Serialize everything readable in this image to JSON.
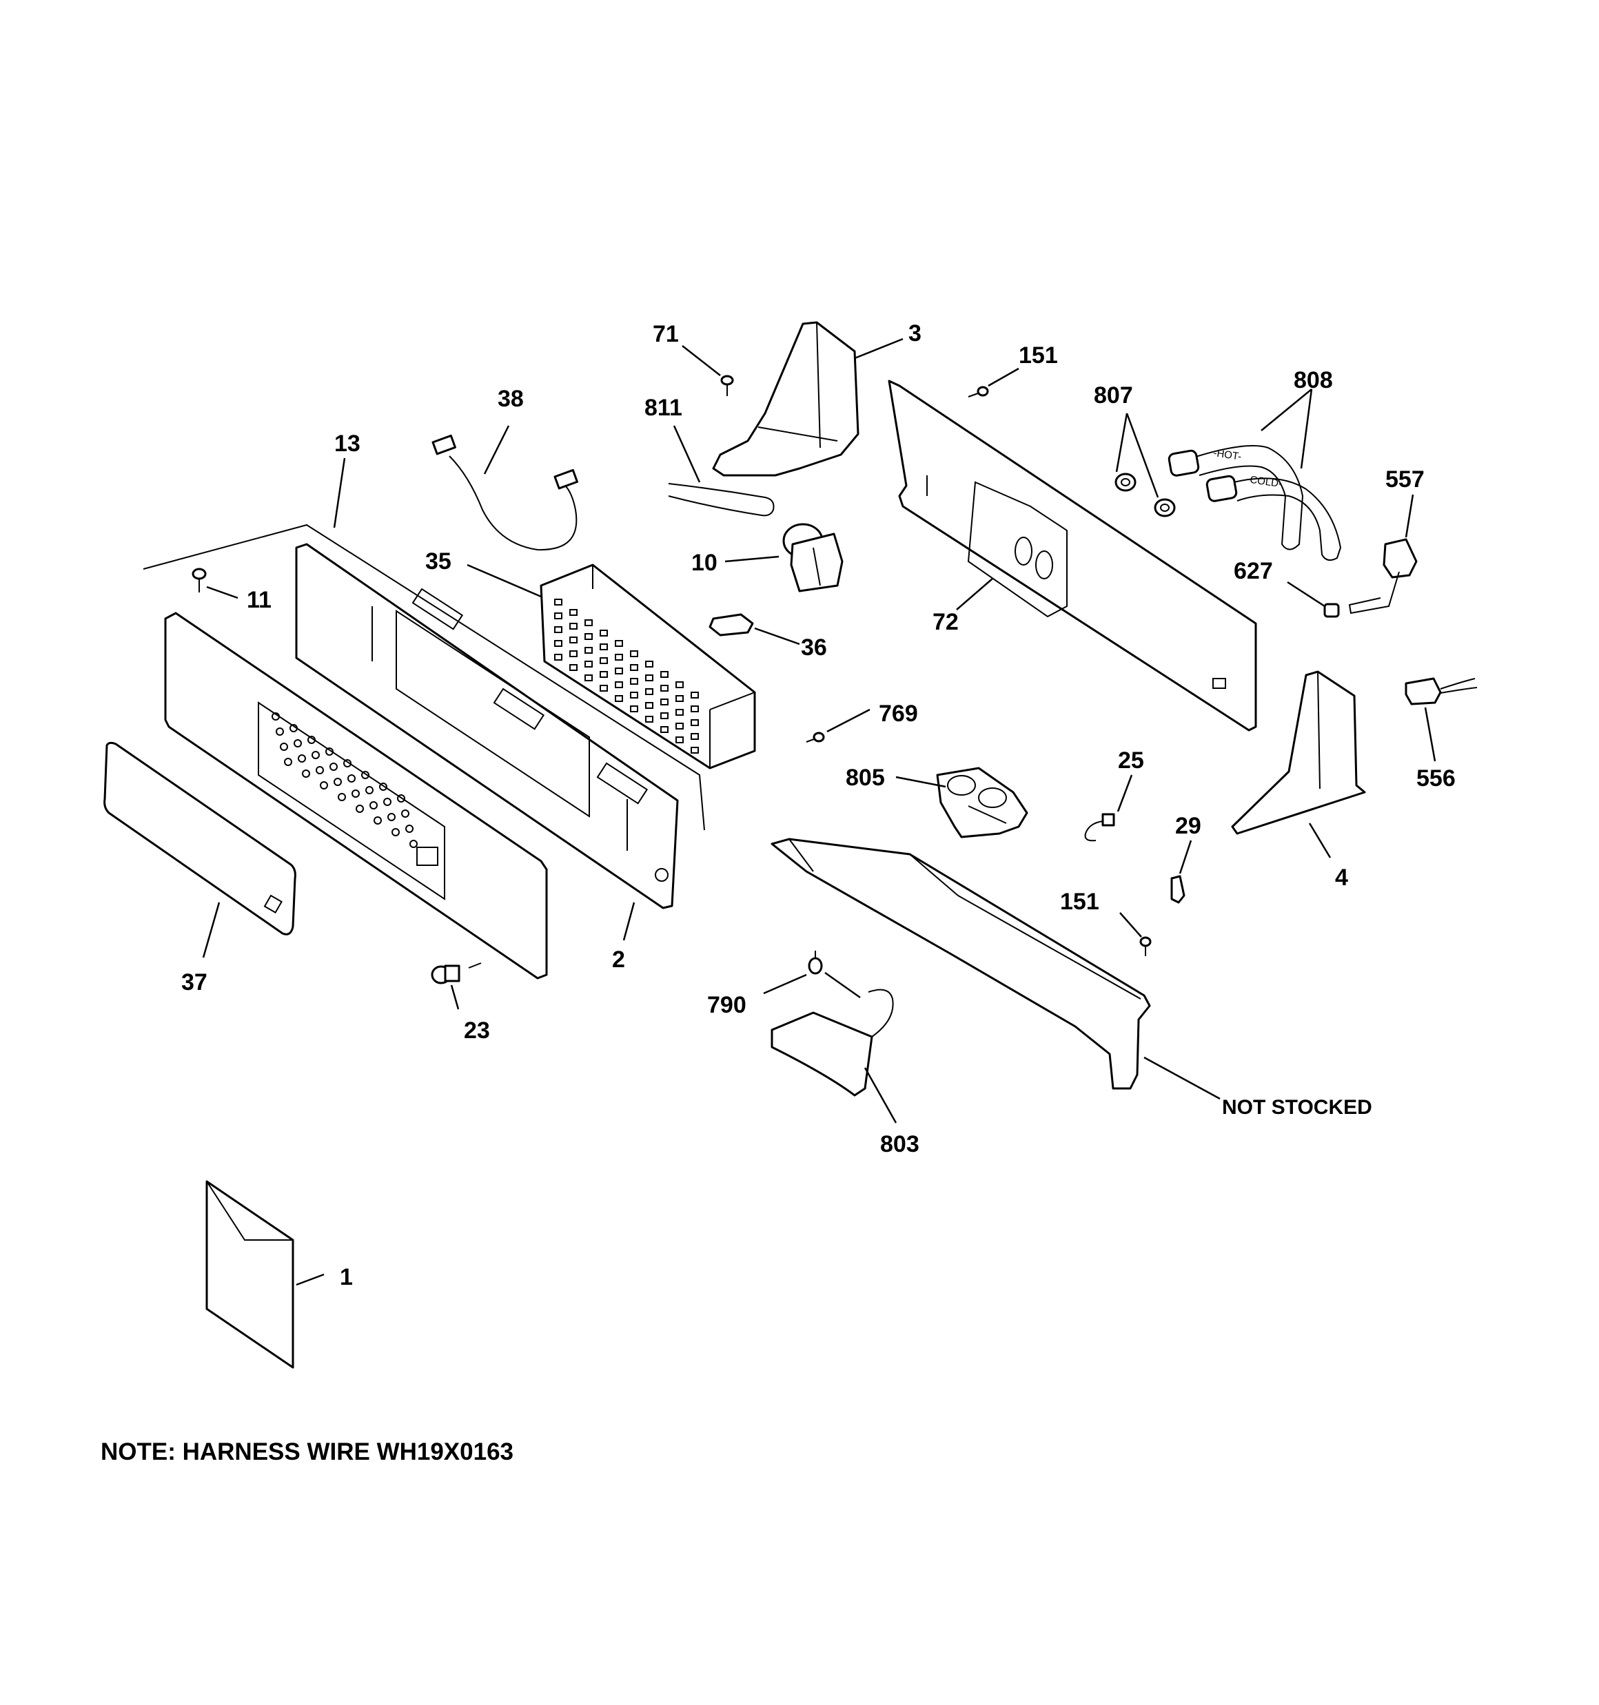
{
  "callouts": {
    "c1": "1",
    "c2": "2",
    "c3": "3",
    "c4": "4",
    "c10": "10",
    "c11": "11",
    "c13": "13",
    "c23": "23",
    "c25": "25",
    "c29": "29",
    "c35": "35",
    "c36": "36",
    "c37": "37",
    "c38": "38",
    "c71": "71",
    "c72": "72",
    "c151a": "151",
    "c151b": "151",
    "c556": "556",
    "c557": "557",
    "c627": "627",
    "c769": "769",
    "c790": "790",
    "c803": "803",
    "c805": "805",
    "c807": "807",
    "c808": "808",
    "c811": "811",
    "not_stocked": "NOT STOCKED"
  },
  "hose_labels": {
    "hot": "-HOT-",
    "cold": "-COLD-"
  },
  "note": "NOTE: HARNESS WIRE WH19X0163"
}
